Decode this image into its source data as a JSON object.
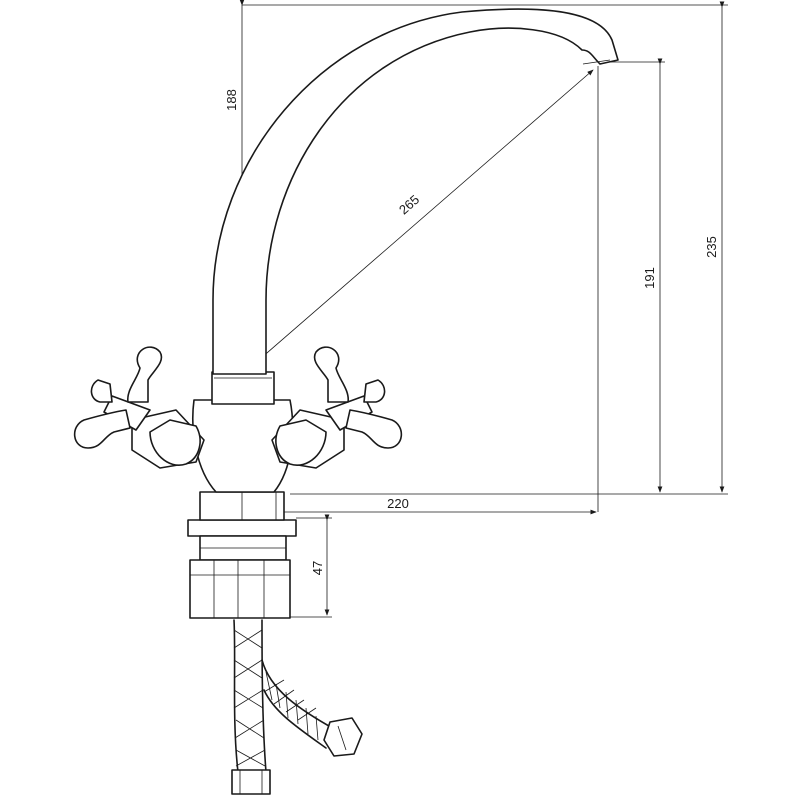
{
  "dimensions": {
    "overall_height": "235",
    "spout_height": "191",
    "spout_reach": "220",
    "spout_length": "265",
    "top_section": "188",
    "mount_height": "47"
  }
}
